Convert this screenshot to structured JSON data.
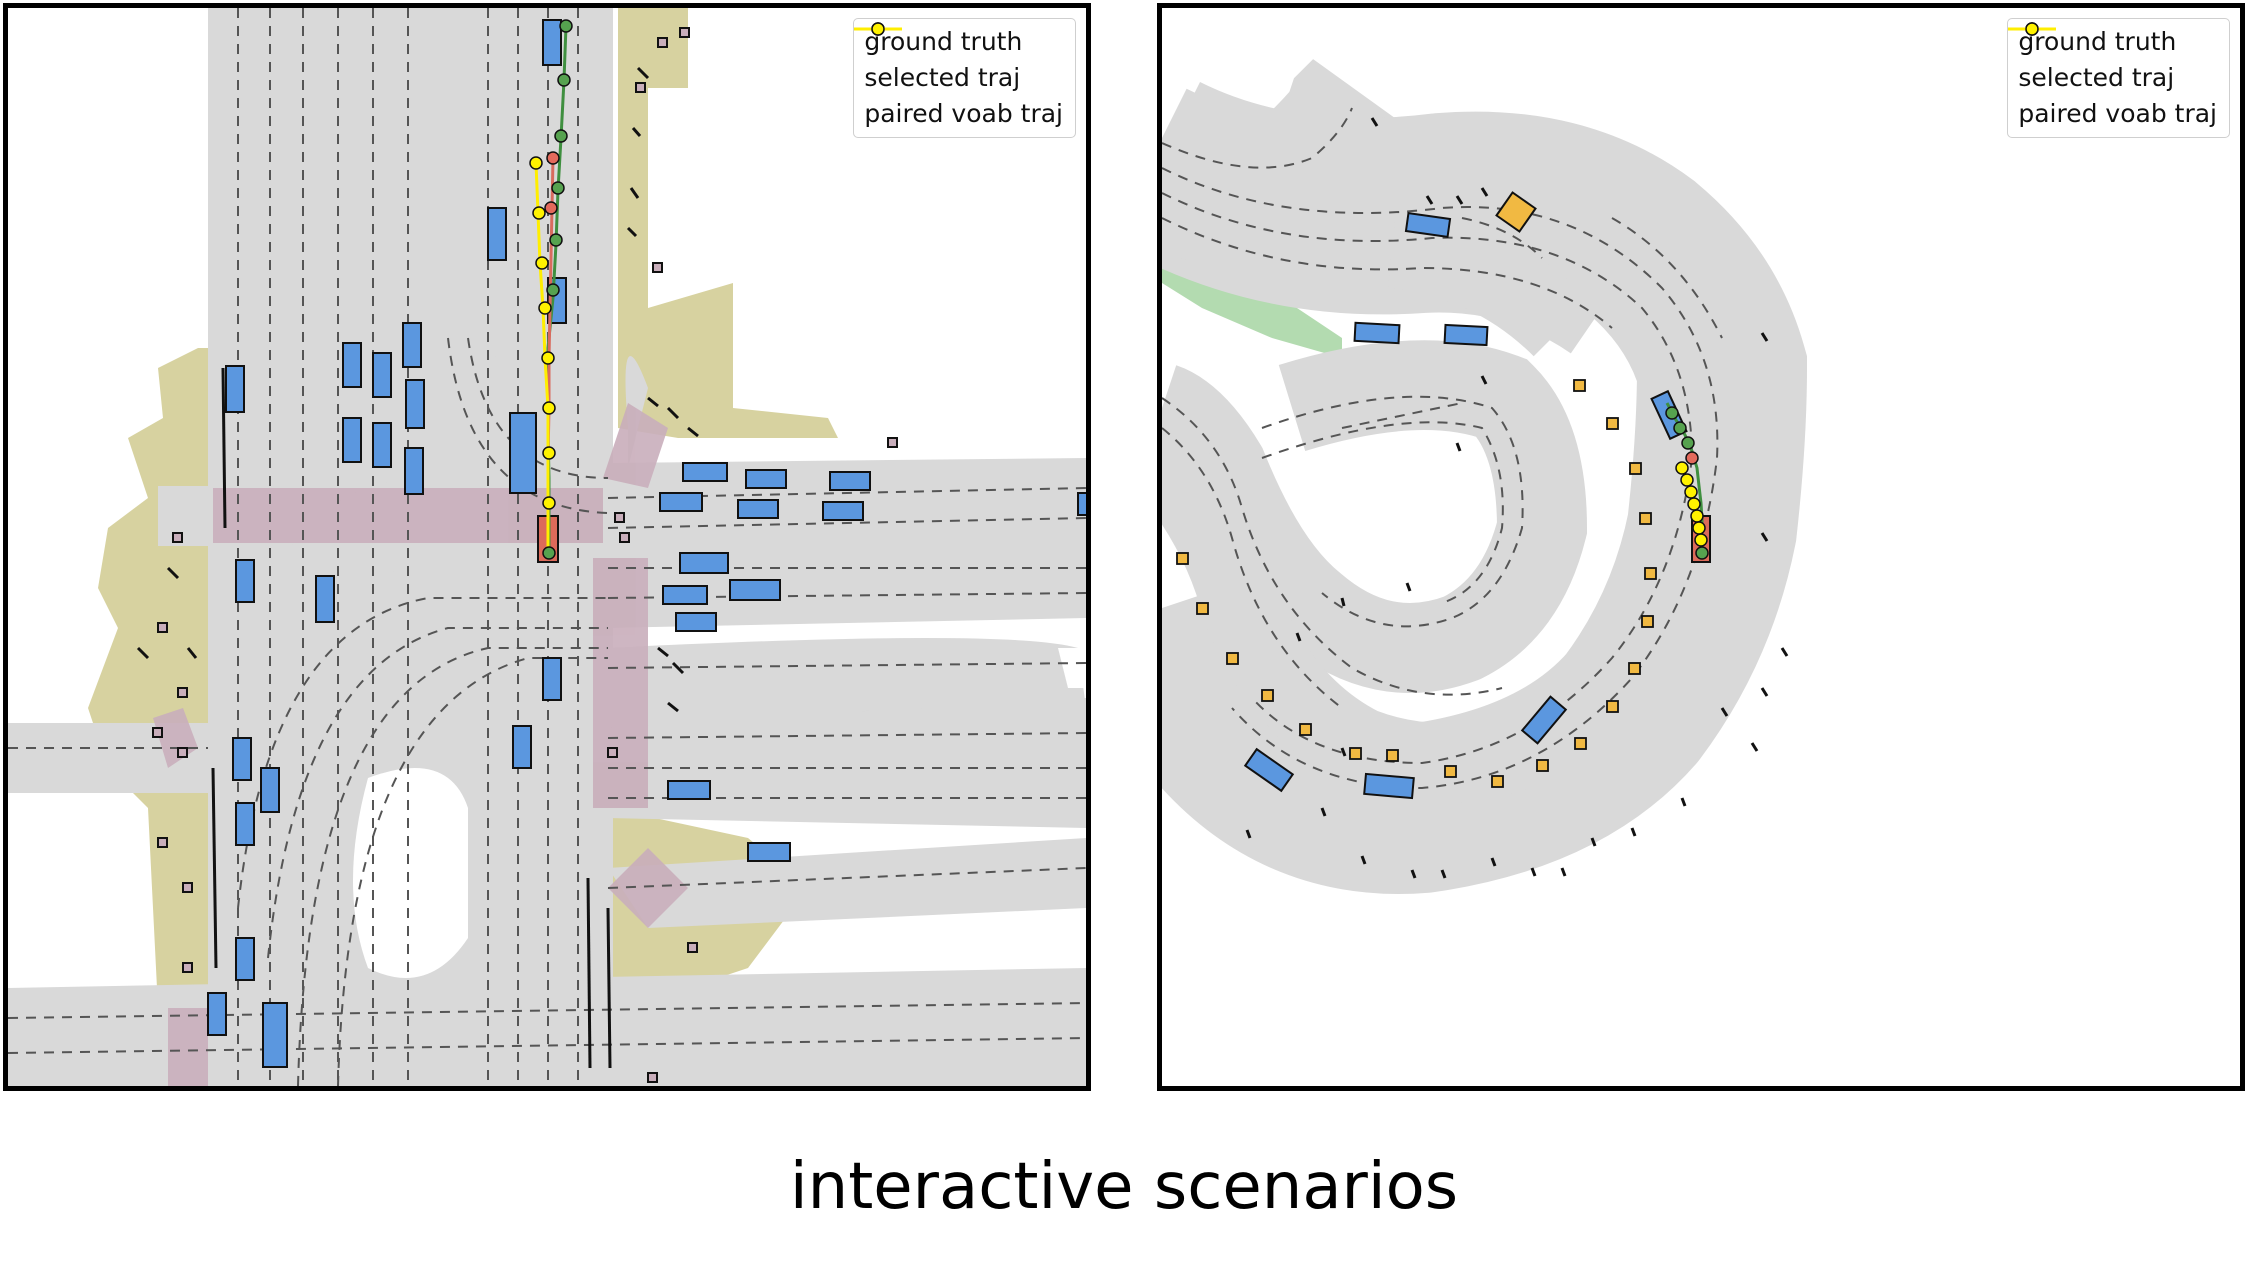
{
  "legend": {
    "items": [
      {
        "label": "ground truth",
        "color": "#3f8f3f",
        "marker_fill": "#56a24f"
      },
      {
        "label": "selected traj",
        "color": "#d96b5e",
        "marker_fill": "#e36a5c"
      },
      {
        "label": "paired voab traj",
        "color": "#ffee00",
        "marker_fill": "#fff200"
      }
    ]
  },
  "caption": "interactive scenarios",
  "colors": {
    "road": "#d9d9d9",
    "sidewalk": "#d7d2a0",
    "crosswalk": "#c9aebb",
    "vehicle": "#5b97df",
    "ego_vehicle": "#dc6a5a",
    "ped_box": "#f1b942",
    "grass": "#b3dbb0",
    "lane_line": "#555555"
  }
}
